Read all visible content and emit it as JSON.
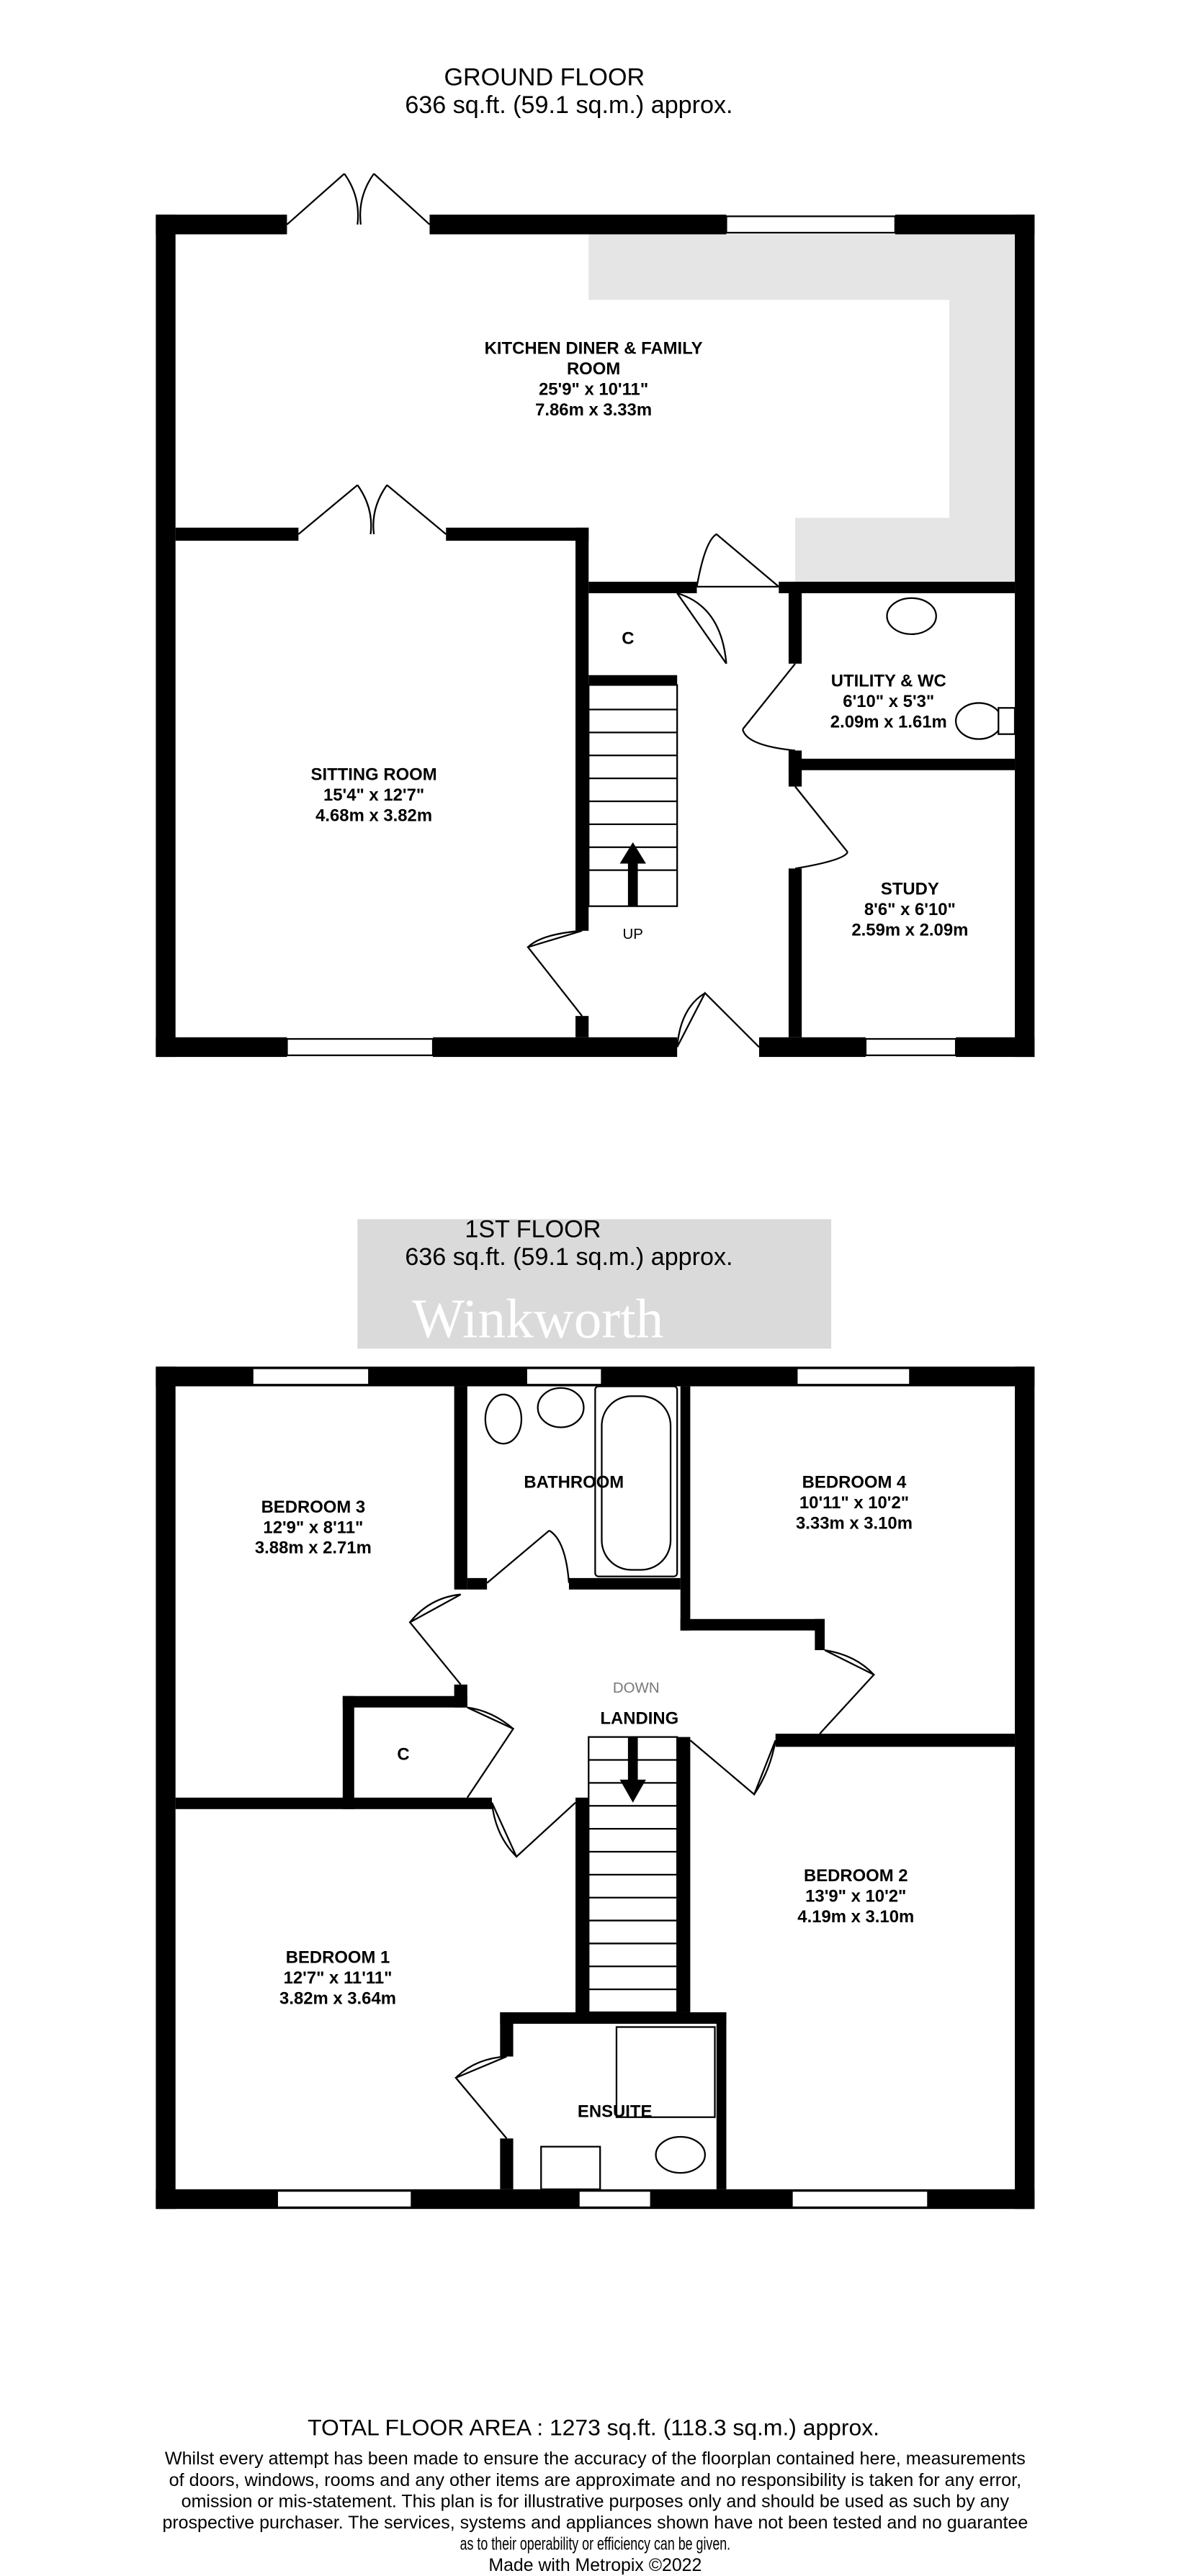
{
  "ground_floor": {
    "title": "GROUND FLOOR",
    "area": "636 sq.ft. (59.1 sq.m.) approx.",
    "rooms": [
      {
        "name_line1": "KITCHEN DINER & FAMILY",
        "name_line2": "ROOM",
        "imperial": "25'9\"  x 10'11\"",
        "metric": "7.86m  x 3.33m"
      },
      {
        "name_line1": "SITTING ROOM",
        "imperial": "15'4\"  x 12'7\"",
        "metric": "4.68m  x 3.82m"
      },
      {
        "name_line1": "UTILITY & WC",
        "imperial": "6'10\"  x 5'3\"",
        "metric": "2.09m  x 1.61m"
      },
      {
        "name_line1": "STUDY",
        "imperial": "8'6\"  x 6'10\"",
        "metric": "2.59m  x 2.09m"
      }
    ],
    "cupboard": "C",
    "stairs": "UP"
  },
  "first_floor": {
    "title": "1ST FLOOR",
    "area": "636 sq.ft. (59.1 sq.m.) approx.",
    "watermark": "Winkworth",
    "rooms": [
      {
        "name_line1": "BEDROOM 3",
        "imperial": "12'9\"  x 8'11\"",
        "metric": "3.88m  x 2.71m"
      },
      {
        "name_line1": "BATHROOM"
      },
      {
        "name_line1": "BEDROOM 4",
        "imperial": "10'11\"  x 10'2\"",
        "metric": "3.33m  x 3.10m"
      },
      {
        "name_line1": "LANDING"
      },
      {
        "name_line1": "BEDROOM 2",
        "imperial": "13'9\"  x 10'2\"",
        "metric": "4.19m  x 3.10m"
      },
      {
        "name_line1": "BEDROOM 1",
        "imperial": "12'7\"  x 11'11\"",
        "metric": "3.82m  x 3.64m"
      },
      {
        "name_line1": "ENSUITE"
      }
    ],
    "cupboard": "C",
    "stairs": "DOWN"
  },
  "footer": {
    "total": "TOTAL FLOOR AREA : 1273 sq.ft. (118.3 sq.m.) approx.",
    "disclaimer": [
      "Whilst every attempt has been made to ensure the accuracy of the floorplan contained here, measurements",
      "of doors, windows, rooms and any other items are approximate and no responsibility is taken for any error,",
      "omission or mis-statement. This plan is for illustrative purposes only and should be used as such by any",
      "prospective purchaser. The services, systems and appliances shown have not been tested and no guarantee",
      "as to their operability or efficiency can be given."
    ],
    "credit": "Made with Metropix ©2022"
  },
  "colors": {
    "walls": "#000000",
    "shaded_area": "#e5e5e5",
    "watermark_box": "#dadada"
  }
}
